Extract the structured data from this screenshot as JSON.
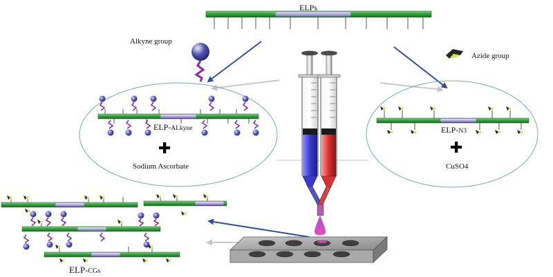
{
  "title": "ELPs",
  "alkyne_group_label": "Alkyne group",
  "azide_group_label": "Azide group",
  "left_circle": {
    "product_main": "ELP-",
    "product_sub": "ALkyne",
    "reagent": "Sodium Ascorbate"
  },
  "right_circle": {
    "product_main": "ELP-",
    "product_sub": "N3",
    "reagent": "CuSO4"
  },
  "plus_symbol": "✚",
  "bottom_product": {
    "main": "ELP-",
    "sub": "CGs"
  },
  "colors": {
    "elp_green": "#2f9e3a",
    "elp_segment": "#b7a8e0",
    "arrow_blue": "#2f4f9a",
    "alkyne_purple": "#8a2f9f",
    "azide_yellow": "#d6e24a",
    "syringe_blue": "#3a3acc",
    "syringe_red": "#d93030"
  }
}
